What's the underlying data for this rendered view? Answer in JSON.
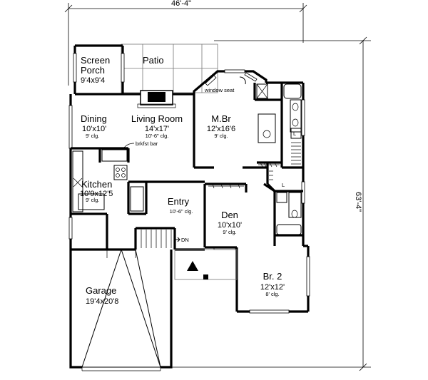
{
  "dimensions": {
    "overall_width": "46'-4\"",
    "overall_depth": "63'-4\""
  },
  "rooms": {
    "screen_porch": {
      "name_line1": "Screen",
      "name_line2": "Porch",
      "size": "9'4x9'4"
    },
    "patio": {
      "name": "Patio"
    },
    "living_room": {
      "name": "Living Room",
      "size": "14'x17'",
      "ceiling": "10'-6\" clg."
    },
    "dining": {
      "name": "Dining",
      "size": "10'x10'",
      "ceiling": "9' clg."
    },
    "master_bedroom": {
      "name": "M.Br",
      "size": "12'x16'6",
      "ceiling": "9' clg."
    },
    "kitchen": {
      "name": "Kitchen",
      "size": "10'9x12'5",
      "ceiling": "9' clg."
    },
    "entry": {
      "name": "Entry",
      "ceiling": "10'-6\" clg."
    },
    "den": {
      "name": "Den",
      "size": "10'x10'",
      "ceiling": "9' clg."
    },
    "bedroom_2": {
      "name": "Br. 2",
      "size": "12'x12'",
      "ceiling": "8' clg."
    },
    "garage": {
      "name": "Garage",
      "size": "19'4x20'8"
    }
  },
  "annotations": {
    "window_seat": "window seat",
    "breakfast_bar": "brkfst bar",
    "stair_down": "DN",
    "linen_1": "L",
    "linen_2": "L"
  }
}
